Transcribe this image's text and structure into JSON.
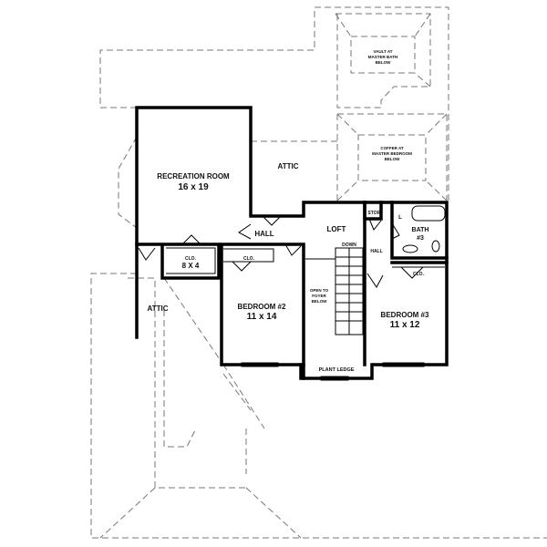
{
  "rooms": {
    "recreation": {
      "name": "RECREATION ROOM",
      "size": "16 x 19"
    },
    "attic_top": {
      "name": "ATTIC"
    },
    "attic_left": {
      "name": "ATTIC"
    },
    "hall_left": {
      "name": "HALL"
    },
    "loft": {
      "name": "LOFT"
    },
    "stor": {
      "name": "STOR."
    },
    "bath3": {
      "name": "BATH",
      "number": "#3"
    },
    "hall_right": {
      "name": "HALL"
    },
    "clo_8x4": {
      "name": "CLO.",
      "size": "8 X 4"
    },
    "clo_bed2": {
      "name": "CLO."
    },
    "clo_bed3": {
      "name": "CLO."
    },
    "bedroom2": {
      "name": "BEDROOM #2",
      "size": "11 x 14"
    },
    "bedroom3": {
      "name": "BEDROOM #3",
      "size": "11 x 12"
    },
    "open_foyer": {
      "line1": "OPEN TO",
      "line2": "FOYER",
      "line3": "BELOW"
    },
    "plant_ledge": {
      "name": "PLANT LEDGE"
    },
    "stairs": {
      "label": "DOWN"
    },
    "vault": {
      "line1": "VAULT AT",
      "line2": "MASTER BATH",
      "line3": "BELOW"
    },
    "coffer": {
      "line1": "COFFER AT",
      "line2": "MASTER BEDROOM",
      "line3": "BELOW"
    },
    "linen": {
      "label": "L"
    }
  }
}
